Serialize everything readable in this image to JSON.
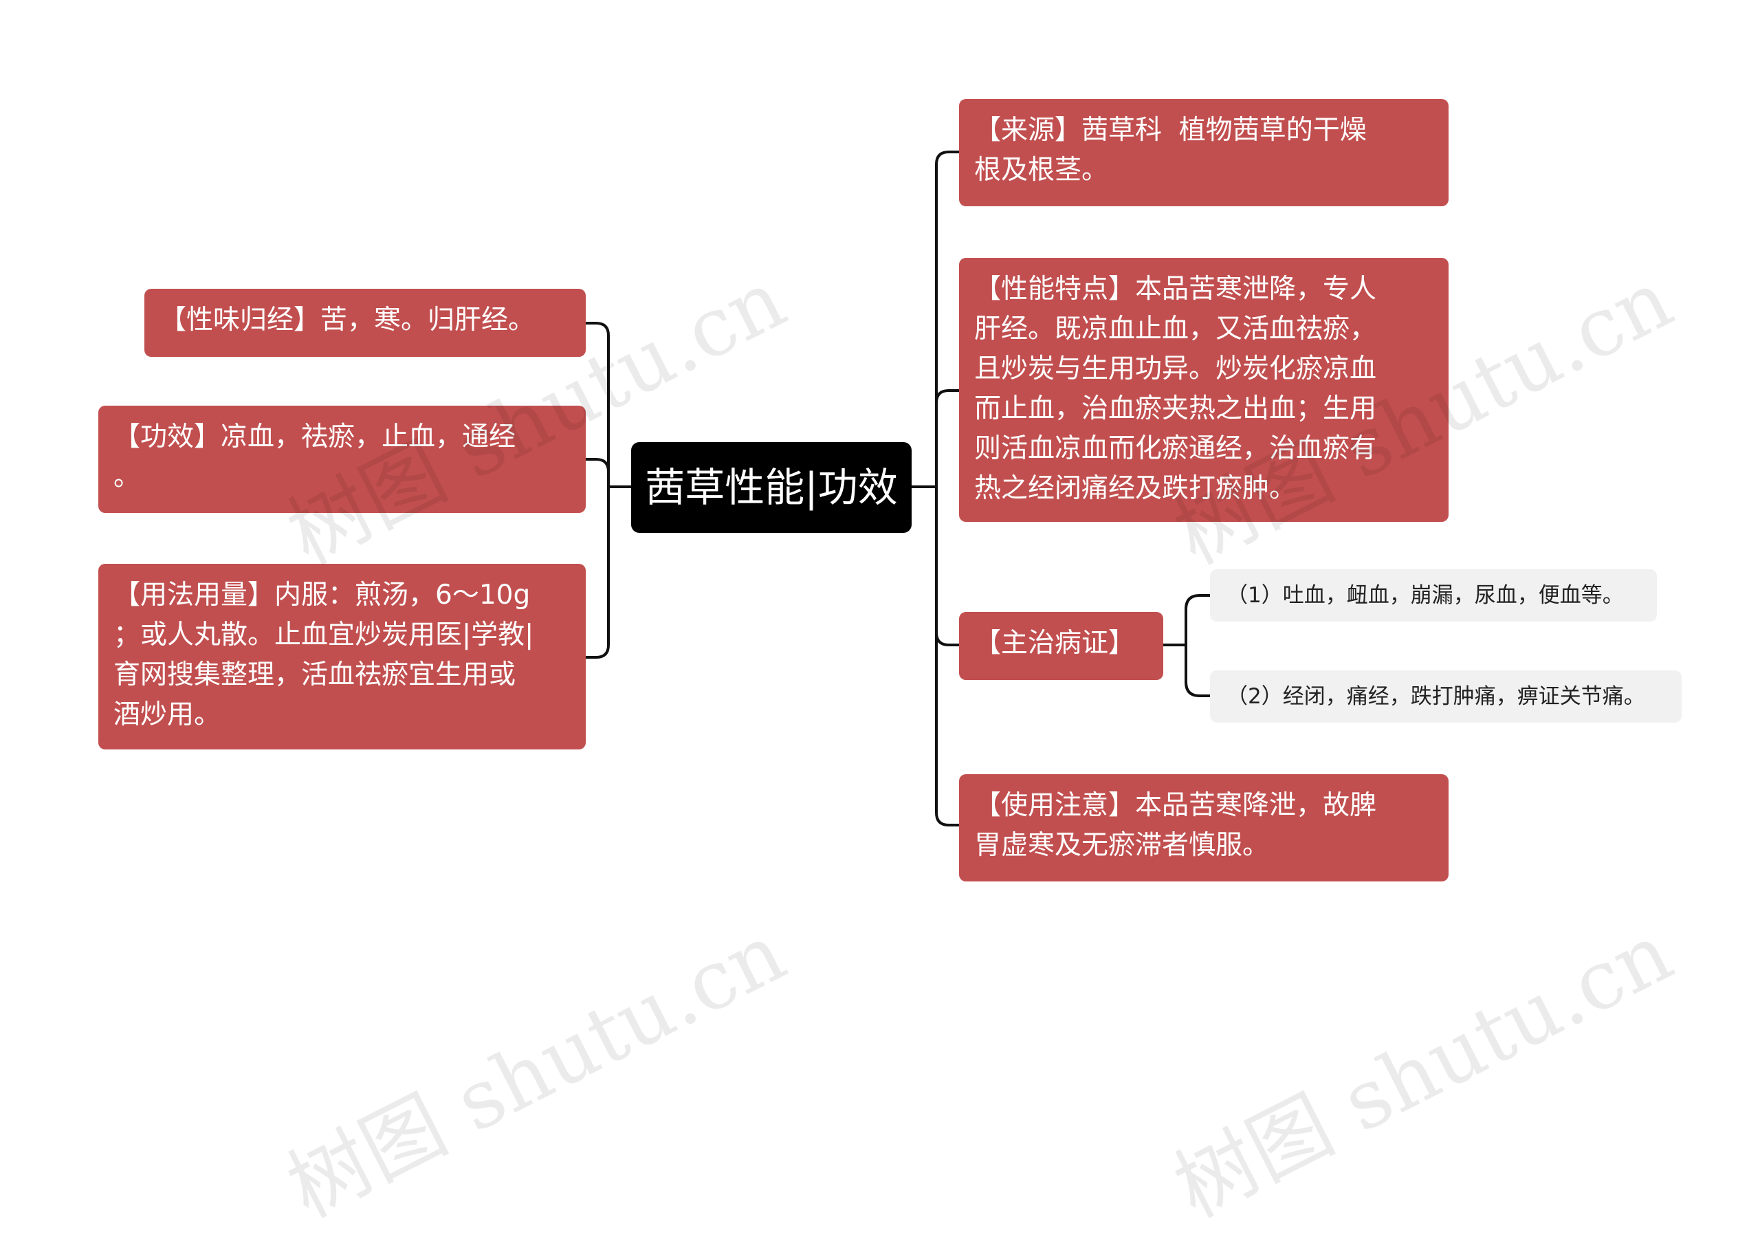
{
  "root": {
    "label": "茜草性能|功效"
  },
  "left_branches": [
    {
      "text": "【性味归经】苦，寒。归肝经。"
    },
    {
      "text": "【功效】凉血，祛瘀，止血，通经\n。"
    },
    {
      "text": "【用法用量】内服：煎汤，6～10g\n；或人丸散。止血宜炒炭用医|学教|\n育网搜集整理，活血祛瘀宜生用或\n酒炒用。"
    }
  ],
  "right_branches": [
    {
      "text": "【来源】茜草科  植物茜草的干燥\n根及根茎。"
    },
    {
      "text": "【性能特点】本品苦寒泄降，专人\n肝经。既凉血止血，又活血祛瘀，\n且炒炭与生用功异。炒炭化瘀凉血\n而止血，治血瘀夹热之出血；生用\n则活血凉血而化瘀通经，治血瘀有\n热之经闭痛经及跌打瘀肿。"
    },
    {
      "text": "【主治病证】",
      "children": [
        {
          "text": "（1）吐血，衄血，崩漏，尿血，便血等。"
        },
        {
          "text": "（2）经闭，痛经，跌打肿痛，痹证关节痛。"
        }
      ]
    },
    {
      "text": "【使用注意】本品苦寒降泄，故脾\n胃虚寒及无瘀滞者慎服。"
    }
  ],
  "watermarks": [
    {
      "text": "树图 shutu.cn"
    },
    {
      "text": "树图 shutu.cn"
    },
    {
      "text": "树图 shutu.cn"
    },
    {
      "text": "树图 shutu.cn"
    }
  ],
  "colors": {
    "branch_fill": "#c24f4f",
    "root_fill": "#000000",
    "leaf_fill": "#f1f1f1",
    "connector": "#111111"
  }
}
